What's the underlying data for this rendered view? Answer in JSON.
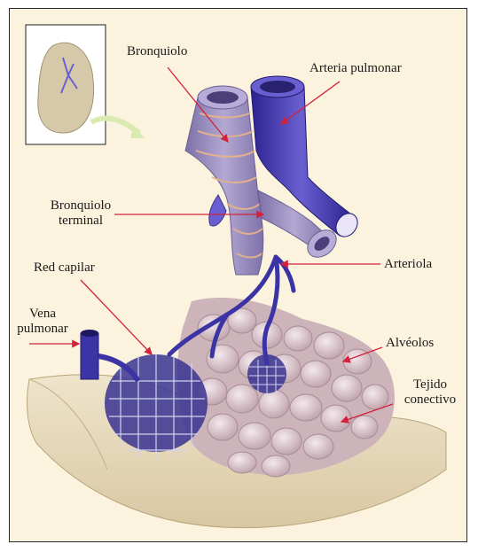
{
  "labels": {
    "bronquiolo": "Bronquiolo",
    "arteria_pulmonar": "Arteria pulmonar",
    "bronquiolo_terminal_1": "Bronquiolo",
    "bronquiolo_terminal_2": "terminal",
    "red_capilar": "Red capilar",
    "arteriola": "Arteriola",
    "vena_pulmonar_1": "Vena",
    "vena_pulmonar_2": "pulmonar",
    "alveolos": "Alvéolos",
    "tejido_conectivo_1": "Tejido",
    "tejido_conectivo_2": "conectivo"
  },
  "colors": {
    "background": "#fbf3dd",
    "leader_lines": "#d4213d",
    "bronchiole": "#9b8fc0",
    "artery": "#4a3fb0",
    "alveoli": "#d9c4c8",
    "connective_tissue": "#e9dcc0"
  }
}
